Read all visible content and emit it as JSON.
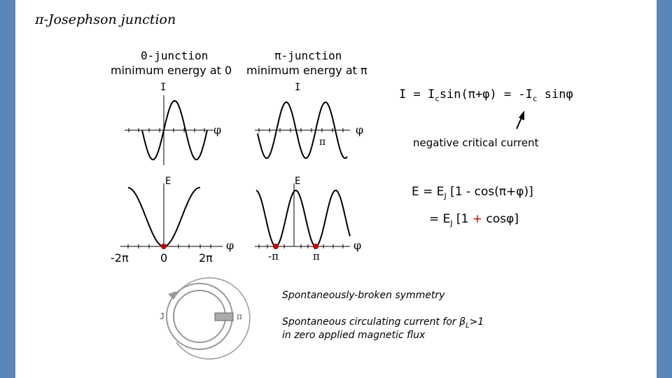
{
  "title": "π-Josephson junction",
  "zero_junction": {
    "heading": "0-junction",
    "subheading": "minimum energy at 0",
    "current_axis": "I",
    "phase_axis": "φ",
    "energy_axis": "E",
    "ticks": [
      "-2π",
      "0",
      "2π"
    ],
    "phase_axis_bottom": "φ"
  },
  "pi_junction": {
    "heading": "π-junction",
    "subheading": "minimum energy at π",
    "current_axis": "I",
    "phase_axis": "φ",
    "pi_label": "π",
    "energy_axis": "E",
    "ticks": [
      "-π",
      "π"
    ],
    "phase_axis_bottom": "φ"
  },
  "equations": {
    "current": {
      "p1": "I = I",
      "s1": "c",
      "p2": "sin(π+φ) = -I",
      "s2": "c",
      "p3": " sinφ"
    },
    "critical_label": "negative critical current",
    "energy1": {
      "p1": "E = E",
      "s1": "J",
      "p2": " [1 - cos(π+φ)]"
    },
    "energy2": {
      "p1": "= E",
      "s1": "J",
      "p2": " [1 ",
      "plus": "+",
      "p3": " cosφ]"
    }
  },
  "ring": {
    "j_label": "J",
    "pi_label": "π"
  },
  "notes": {
    "symmetry": "Spontaneously-broken symmetry",
    "circ_p1": "Spontaneous circulating current for β",
    "circ_sub": "L",
    "circ_p2": ">1",
    "circ_line2": "in zero applied magnetic flux"
  },
  "colors": {
    "edge": "#5b86b8",
    "accent": "#c00000"
  }
}
